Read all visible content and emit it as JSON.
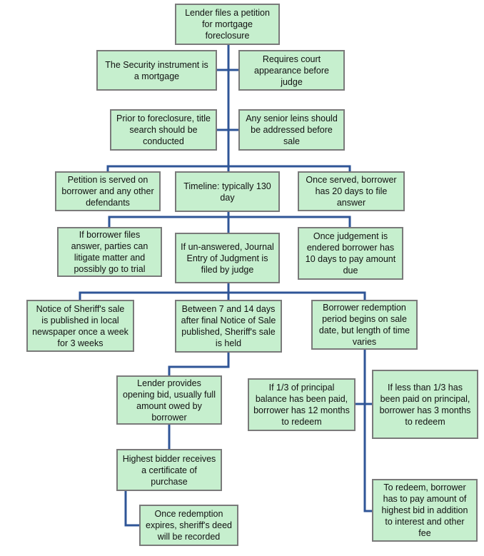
{
  "nodes": {
    "n1": "Lender files a petition for mortgage foreclosure",
    "n2": "The Security instrument is a mortgage",
    "n3": "Requires court appearance before judge",
    "n4": "Prior to foreclosure, title search should be conducted",
    "n5": "Any senior leins should be addressed before sale",
    "n6": "Petition is served on borrower and any other defendants",
    "n7": "Timeline: typically 130 day",
    "n8": "Once served, borrower has 20 days to file answer",
    "n9": "If borrower files answer, parties can litigate matter and possibly go to trial",
    "n10": "If un-answered, Journal Entry of Judgment is filed by judge",
    "n11": "Once judgement is endered borrower has 10 days to pay amount due",
    "n12": "Notice of Sheriff's sale is published in local newspaper once a week for 3 weeks",
    "n13": "Between 7 and 14 days after final Notice of Sale published, Sheriff's sale is held",
    "n14": "Borrower redemption period begins on sale date, but length of time varies",
    "n15": "Lender provides opening bid, usually full amount owed by borrower",
    "n16": "If 1/3 of principal balance has been paid, borrower has 12 months to redeem",
    "n17": "If less than 1/3 has been paid on principal, borrower has 3 months to redeem",
    "n18": "Highest bidder receives a certificate of purchase",
    "n19": "To redeem, borrower has to pay amount of highest bid in addition to interest and other fee",
    "n20": "Once redemption expires, sheriff's deed will be recorded"
  },
  "colors": {
    "node_fill": "#c6efce",
    "node_border": "#7a7a7a",
    "connector": "#2f5597"
  }
}
